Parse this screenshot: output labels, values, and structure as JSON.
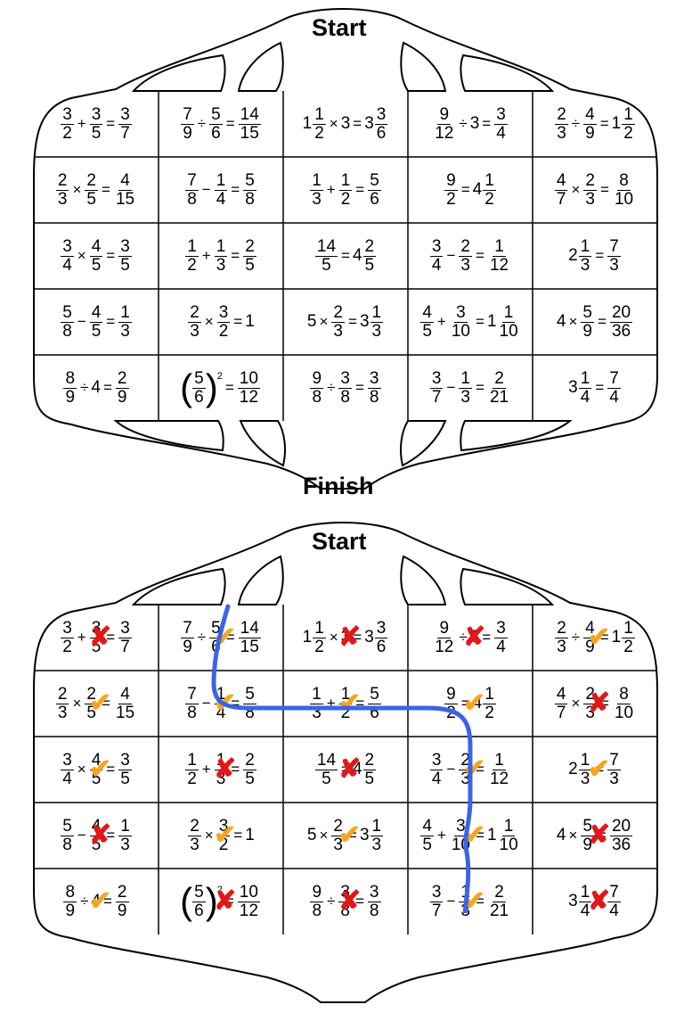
{
  "maze_top": {
    "title_start": "Start",
    "title_finish": "Finish"
  },
  "maze_bottom": {
    "title_start": "Start"
  },
  "cells": [
    [
      {
        "t": [
          [
            "f",
            "3",
            "2"
          ],
          [
            "o",
            "+"
          ],
          [
            "f",
            "3",
            "5"
          ],
          [
            "o",
            "="
          ],
          [
            "f",
            "3",
            "7"
          ]
        ]
      },
      {
        "t": [
          [
            "f",
            "7",
            "9"
          ],
          [
            "o",
            "÷"
          ],
          [
            "f",
            "5",
            "6"
          ],
          [
            "o",
            "="
          ],
          [
            "f",
            "14",
            "15"
          ]
        ]
      },
      {
        "t": [
          [
            "m",
            "1",
            "1",
            "2"
          ],
          [
            "o",
            "×"
          ],
          [
            "w",
            "3"
          ],
          [
            "o",
            "="
          ],
          [
            "m",
            "3",
            "3",
            "6"
          ]
        ]
      },
      {
        "t": [
          [
            "f",
            "9",
            "12"
          ],
          [
            "o",
            "÷"
          ],
          [
            "w",
            "3"
          ],
          [
            "o",
            "="
          ],
          [
            "f",
            "3",
            "4"
          ]
        ]
      },
      {
        "t": [
          [
            "f",
            "2",
            "3"
          ],
          [
            "o",
            "÷"
          ],
          [
            "f",
            "4",
            "9"
          ],
          [
            "o",
            "="
          ],
          [
            "m",
            "1",
            "1",
            "2"
          ]
        ]
      }
    ],
    [
      {
        "t": [
          [
            "f",
            "2",
            "3"
          ],
          [
            "o",
            "×"
          ],
          [
            "f",
            "2",
            "5"
          ],
          [
            "o",
            "="
          ],
          [
            "f",
            "4",
            "15"
          ]
        ]
      },
      {
        "t": [
          [
            "f",
            "7",
            "8"
          ],
          [
            "o",
            "−"
          ],
          [
            "f",
            "1",
            "4"
          ],
          [
            "o",
            "="
          ],
          [
            "f",
            "5",
            "8"
          ]
        ]
      },
      {
        "t": [
          [
            "f",
            "1",
            "3"
          ],
          [
            "o",
            "+"
          ],
          [
            "f",
            "1",
            "2"
          ],
          [
            "o",
            "="
          ],
          [
            "f",
            "5",
            "6"
          ]
        ]
      },
      {
        "t": [
          [
            "f",
            "9",
            "2"
          ],
          [
            "o",
            "="
          ],
          [
            "m",
            "4",
            "1",
            "2"
          ]
        ]
      },
      {
        "t": [
          [
            "f",
            "4",
            "7"
          ],
          [
            "o",
            "×"
          ],
          [
            "f",
            "2",
            "3"
          ],
          [
            "o",
            "="
          ],
          [
            "f",
            "8",
            "10"
          ]
        ]
      }
    ],
    [
      {
        "t": [
          [
            "f",
            "3",
            "4"
          ],
          [
            "o",
            "×"
          ],
          [
            "f",
            "4",
            "5"
          ],
          [
            "o",
            "="
          ],
          [
            "f",
            "3",
            "5"
          ]
        ]
      },
      {
        "t": [
          [
            "f",
            "1",
            "2"
          ],
          [
            "o",
            "+"
          ],
          [
            "f",
            "1",
            "3"
          ],
          [
            "o",
            "="
          ],
          [
            "f",
            "2",
            "5"
          ]
        ]
      },
      {
        "t": [
          [
            "f",
            "14",
            "5"
          ],
          [
            "o",
            "="
          ],
          [
            "m",
            "4",
            "2",
            "5"
          ]
        ]
      },
      {
        "t": [
          [
            "f",
            "3",
            "4"
          ],
          [
            "o",
            "−"
          ],
          [
            "f",
            "2",
            "3"
          ],
          [
            "o",
            "="
          ],
          [
            "f",
            "1",
            "12"
          ]
        ]
      },
      {
        "t": [
          [
            "m",
            "2",
            "1",
            "3"
          ],
          [
            "o",
            "="
          ],
          [
            "f",
            "7",
            "3"
          ]
        ]
      }
    ],
    [
      {
        "t": [
          [
            "f",
            "5",
            "8"
          ],
          [
            "o",
            "−"
          ],
          [
            "f",
            "4",
            "5"
          ],
          [
            "o",
            "="
          ],
          [
            "f",
            "1",
            "3"
          ]
        ]
      },
      {
        "t": [
          [
            "f",
            "2",
            "3"
          ],
          [
            "o",
            "×"
          ],
          [
            "f",
            "3",
            "2"
          ],
          [
            "o",
            "="
          ],
          [
            "w",
            "1"
          ]
        ]
      },
      {
        "t": [
          [
            "w",
            "5"
          ],
          [
            "o",
            "×"
          ],
          [
            "f",
            "2",
            "3"
          ],
          [
            "o",
            "="
          ],
          [
            "m",
            "3",
            "1",
            "3"
          ]
        ]
      },
      {
        "t": [
          [
            "f",
            "4",
            "5"
          ],
          [
            "o",
            "+"
          ],
          [
            "f",
            "3",
            "10"
          ],
          [
            "o",
            "="
          ],
          [
            "m",
            "1",
            "1",
            "10"
          ]
        ]
      },
      {
        "t": [
          [
            "w",
            "4"
          ],
          [
            "o",
            "×"
          ],
          [
            "f",
            "5",
            "9"
          ],
          [
            "o",
            "="
          ],
          [
            "f",
            "20",
            "36"
          ]
        ]
      }
    ],
    [
      {
        "t": [
          [
            "f",
            "8",
            "9"
          ],
          [
            "o",
            "÷"
          ],
          [
            "w",
            "4"
          ],
          [
            "o",
            "="
          ],
          [
            "f",
            "2",
            "9"
          ]
        ]
      },
      {
        "t": [
          [
            "p",
            "5",
            "6",
            "2"
          ],
          [
            "o",
            "="
          ],
          [
            "f",
            "10",
            "12"
          ]
        ]
      },
      {
        "t": [
          [
            "f",
            "9",
            "8"
          ],
          [
            "o",
            "÷"
          ],
          [
            "f",
            "3",
            "8"
          ],
          [
            "o",
            "="
          ],
          [
            "f",
            "3",
            "8"
          ]
        ]
      },
      {
        "t": [
          [
            "f",
            "3",
            "7"
          ],
          [
            "o",
            "−"
          ],
          [
            "f",
            "1",
            "3"
          ],
          [
            "o",
            "="
          ],
          [
            "f",
            "2",
            "21"
          ]
        ]
      },
      {
        "t": [
          [
            "m",
            "3",
            "1",
            "4"
          ],
          [
            "o",
            "="
          ],
          [
            "f",
            "7",
            "4"
          ]
        ]
      }
    ]
  ],
  "marks": [
    [
      "x",
      "ok",
      "x",
      "x",
      "ok"
    ],
    [
      "ok",
      "ok",
      "ok",
      "ok",
      "x"
    ],
    [
      "ok",
      "x",
      "x",
      "ok",
      "ok"
    ],
    [
      "x",
      "ok",
      "ok",
      "ok",
      "x"
    ],
    [
      "ok",
      "x",
      "x",
      "ok",
      "x"
    ]
  ],
  "mark_glyphs": {
    "x": "✘",
    "ok": "✔"
  },
  "colors": {
    "route": "#3a64e8",
    "wrong": "#e01818",
    "correct": "#f5a51e"
  }
}
